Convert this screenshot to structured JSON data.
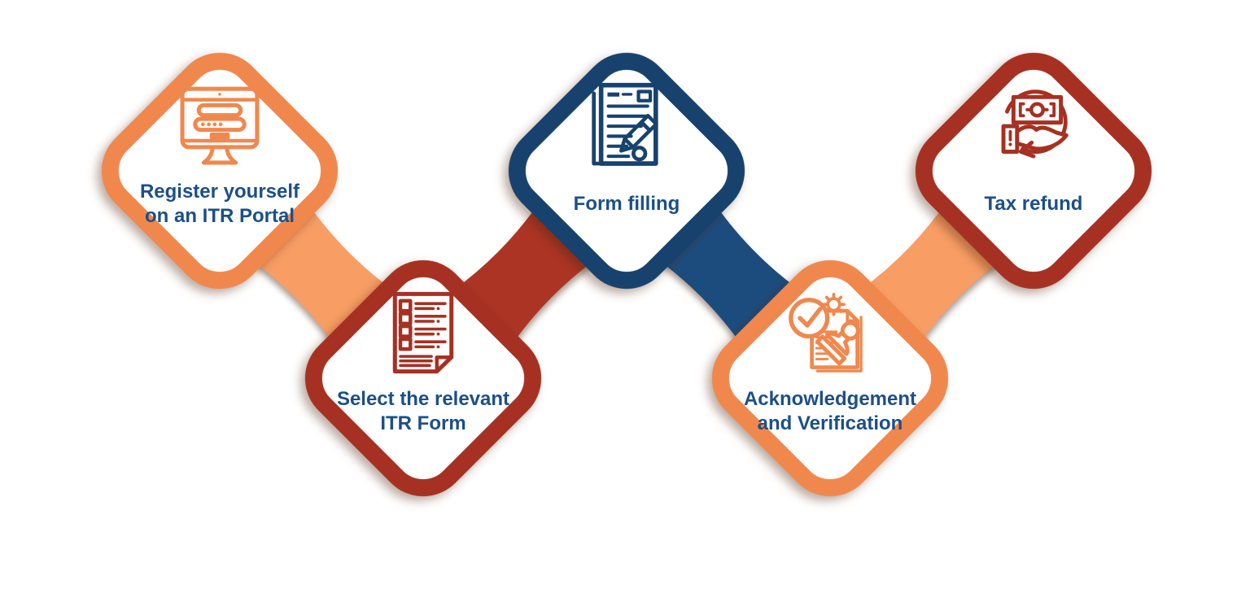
{
  "background": "#FFFFFF",
  "text_color": "#1C4F87",
  "steps": [
    {
      "id": "register",
      "label_lines": [
        "Register yourself",
        "on an ITR Portal"
      ],
      "color": "#F0884E",
      "icon": "monitor-login-icon"
    },
    {
      "id": "select-form",
      "label_lines": [
        "Select the relevant",
        "ITR Form"
      ],
      "color": "#A63122",
      "icon": "checklist-document-icon"
    },
    {
      "id": "form-filling",
      "label_lines": [
        "Form filling"
      ],
      "color": "#18426E",
      "icon": "form-pencil-icon"
    },
    {
      "id": "acknowledgement",
      "label_lines": [
        "Acknowledgement",
        "and Verification"
      ],
      "color": "#F0884E",
      "icon": "verification-stamp-icon"
    },
    {
      "id": "tax-refund",
      "label_lines": [
        "Tax refund"
      ],
      "color": "#A63122",
      "icon": "money-hand-refund-icon"
    }
  ],
  "connectors": [
    {
      "from": "register",
      "to": "select-form",
      "color": "#F89D64"
    },
    {
      "from": "select-form",
      "to": "form-filling",
      "color": "#AC3424"
    },
    {
      "from": "form-filling",
      "to": "acknowledgement",
      "color": "#1C4C7E"
    },
    {
      "from": "acknowledgement",
      "to": "tax-refund",
      "color": "#F89D64"
    }
  ]
}
